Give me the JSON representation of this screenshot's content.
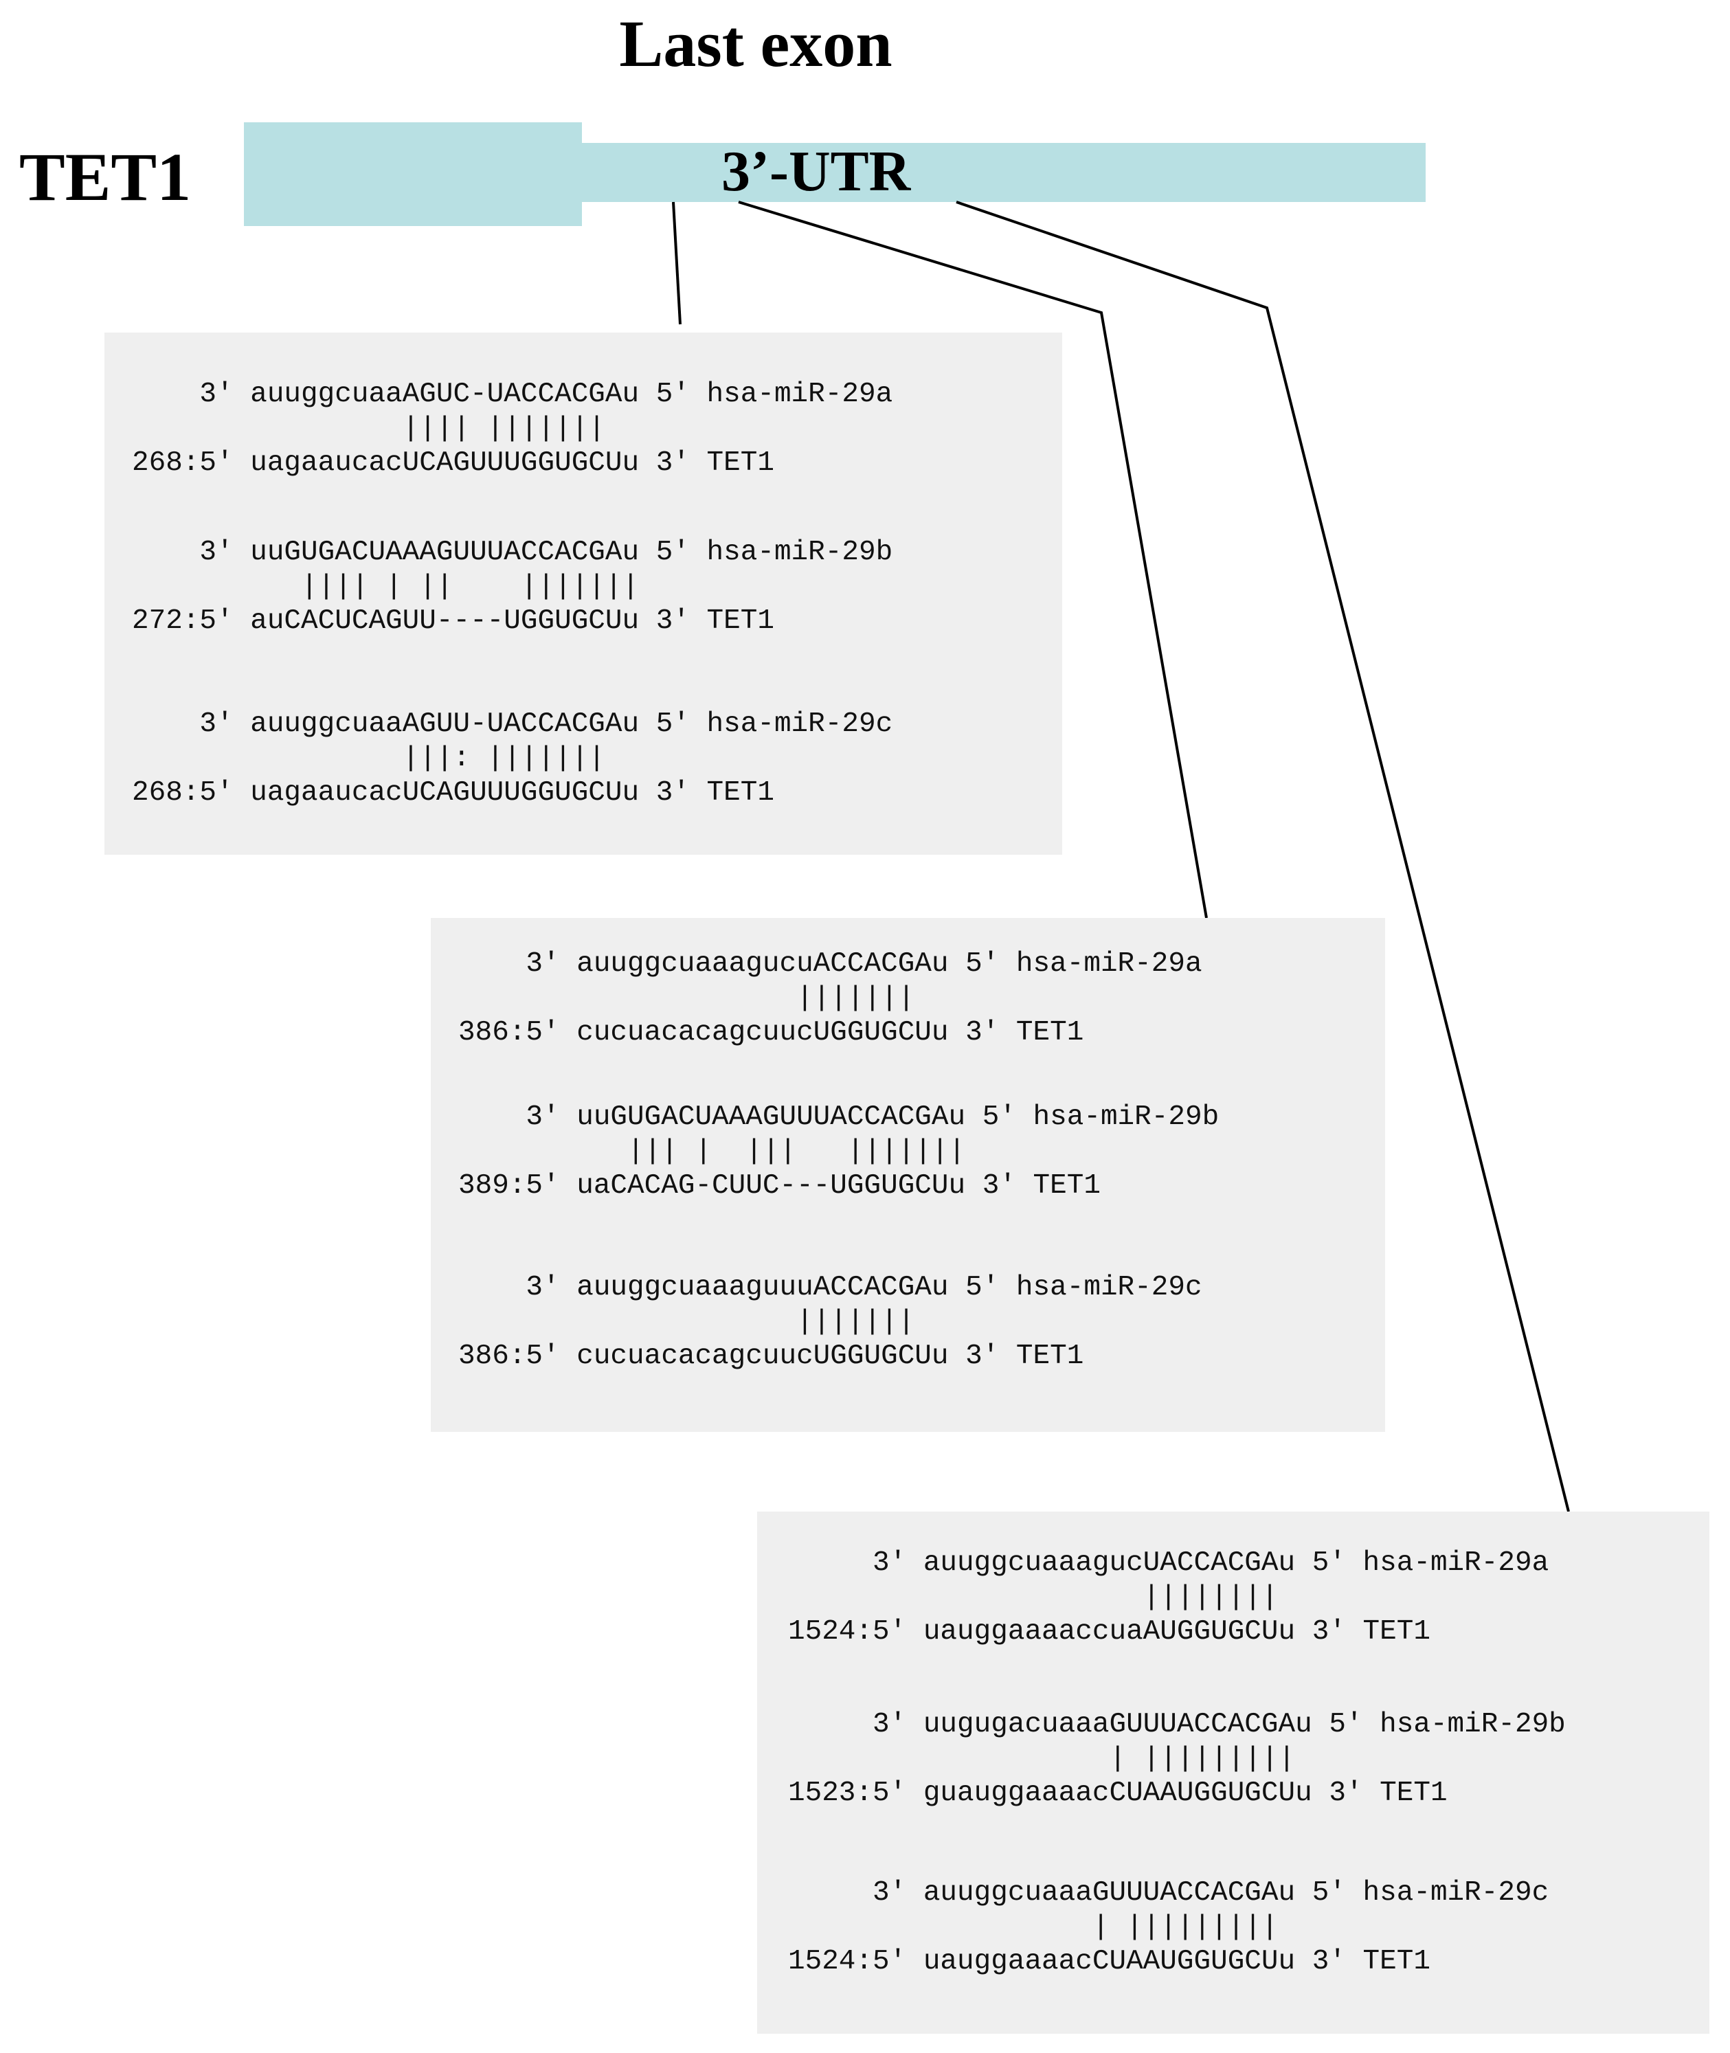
{
  "title": "Last exon",
  "gene": "TET1",
  "utr_label": "3’-UTR",
  "colors": {
    "exon": "#b8e0e3",
    "panel": "#efefef",
    "line": "#000000"
  },
  "panels": [
    {
      "alignments": [
        {
          "mirna": "    3' auuggcuaaAGUC-UACCACGAu 5' hsa-miR-29a",
          "pairs": "                |||| |||||||",
          "target": "268:5' uagaaucacUCAGUUUGGUGCUu 3' TET1"
        },
        {
          "mirna": "    3' uuGUGACUAAAGUUUACCACGAu 5' hsa-miR-29b",
          "pairs": "          |||| | ||    |||||||",
          "target": "272:5' auCACUCAGUU----UGGUGCUu 3' TET1"
        },
        {
          "mirna": "    3' auuggcuaaAGUU-UACCACGAu 5' hsa-miR-29c",
          "pairs": "                |||: |||||||",
          "target": "268:5' uagaaucacUCAGUUUGGUGCUu 3' TET1"
        }
      ]
    },
    {
      "alignments": [
        {
          "mirna": "    3' auuggcuaaagucuACCACGAu 5' hsa-miR-29a",
          "pairs": "                    |||||||",
          "target": "386:5' cucuacacagcuucUGGUGCUu 3' TET1"
        },
        {
          "mirna": "    3' uuGUGACUAAAGUUUACCACGAu 5' hsa-miR-29b",
          "pairs": "          ||| |  |||   |||||||",
          "target": "389:5' uaCACAG-CUUC---UGGUGCUu 3' TET1"
        },
        {
          "mirna": "    3' auuggcuaaaguuuACCACGAu 5' hsa-miR-29c",
          "pairs": "                    |||||||",
          "target": "386:5' cucuacacagcuucUGGUGCUu 3' TET1"
        }
      ]
    },
    {
      "alignments": [
        {
          "mirna": "     3' auuggcuaaagucUACCACGAu 5' hsa-miR-29a",
          "pairs": "                     ||||||||",
          "target": "1524:5' uauggaaaaccuaAUGGUGCUu 3' TET1"
        },
        {
          "mirna": "     3' uugugacuaaaGUUUACCACGAu 5' hsa-miR-29b",
          "pairs": "                   | |||||||||",
          "target": "1523:5' guauggaaaacCUAAUGGUGCUu 3' TET1"
        },
        {
          "mirna": "     3' auuggcuaaaGUUUACCACGAu 5' hsa-miR-29c",
          "pairs": "                  | |||||||||",
          "target": "1524:5' uauggaaaacCUAAUGGUGCUu 3' TET1"
        }
      ]
    }
  ]
}
